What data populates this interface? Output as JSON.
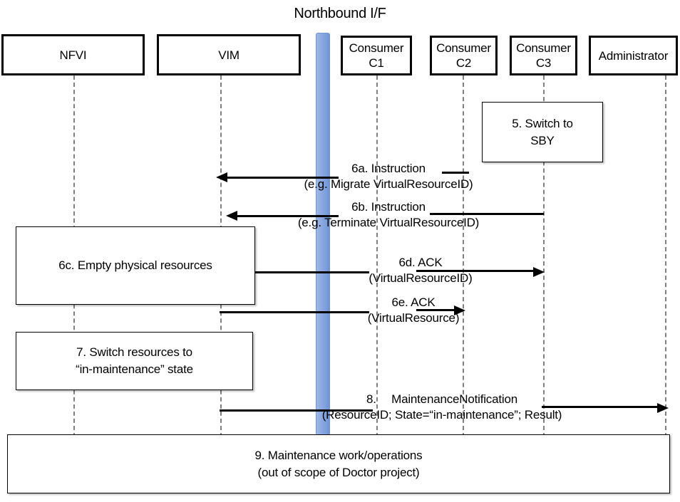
{
  "title": "Northbound I/F",
  "actors": [
    {
      "name": "nfvi",
      "label": "NFVI",
      "label2": ""
    },
    {
      "name": "vim",
      "label": "VIM",
      "label2": ""
    },
    {
      "name": "consumer-c1",
      "label": "Consumer",
      "label2": "C1"
    },
    {
      "name": "consumer-c2",
      "label": "Consumer",
      "label2": "C2"
    },
    {
      "name": "consumer-c3",
      "label": "Consumer",
      "label2": "C3"
    },
    {
      "name": "administrator",
      "label": "Administrator",
      "label2": ""
    }
  ],
  "notes": [
    {
      "name": "note-step-5",
      "line1": "5. Switch to",
      "line2": "SBY"
    },
    {
      "name": "note-step-6c",
      "line1": "6c. Empty physical resources",
      "line2": ""
    },
    {
      "name": "note-step-7",
      "line1": "7. Switch resources to",
      "line2": "“in-maintenance” state"
    },
    {
      "name": "note-step-9",
      "line1": "9. Maintenance work/operations",
      "line2": "(out of scope of Doctor project)"
    }
  ],
  "messages": [
    {
      "name": "message-6a",
      "line1": "6a. Instruction",
      "line2": "(e.g. Migrate VirtualResourceID)",
      "from": "Consumer C1",
      "to": "VIM",
      "direction": "left"
    },
    {
      "name": "message-6b",
      "line1": "6b. Instruction",
      "line2": "(e.g. Terminate VirtualResourceID)",
      "from": "Consumer C3",
      "to": "VIM",
      "direction": "left"
    },
    {
      "name": "message-6d",
      "line1": "6d. ACK",
      "line2": "(VirtualResourceID)",
      "from": "VIM",
      "to": "Consumer C3",
      "direction": "right"
    },
    {
      "name": "message-6e",
      "line1": "6e. ACK",
      "line2": "(VirtualResource)",
      "from": "VIM",
      "to": "Consumer C2",
      "direction": "right"
    },
    {
      "name": "message-8",
      "line1": "8.  MaintenanceNotification",
      "line2": "(ResourceID; State=“in-maintenance”; Result)",
      "from": "VIM",
      "to": "Administrator",
      "direction": "right"
    }
  ],
  "colors": {
    "northbound_bar": "#8faae0",
    "northbound_bar_border": "#7094d4",
    "box_border": "#000000",
    "lifeline": "#808080",
    "background": "#ffffff"
  }
}
